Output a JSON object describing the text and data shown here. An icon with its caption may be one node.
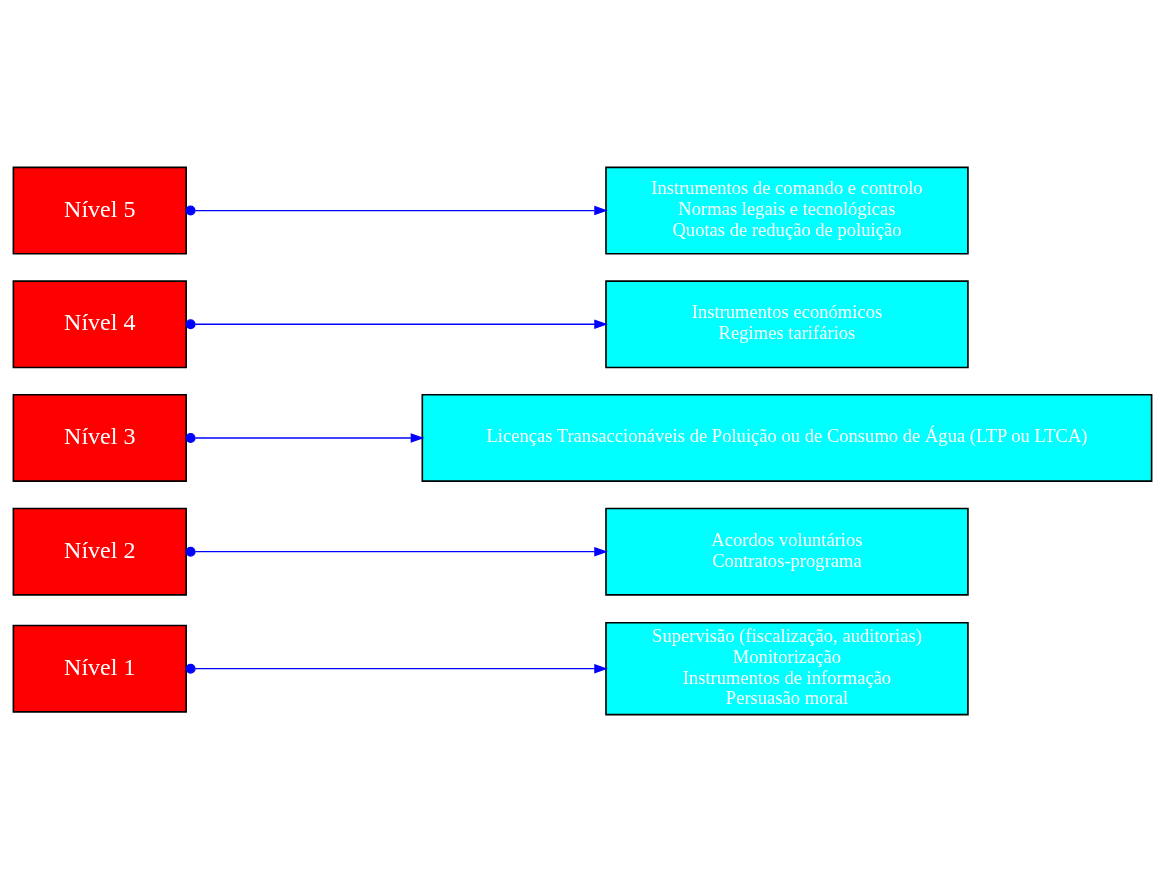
{
  "diagram": {
    "nodes": [
      {
        "text": [
          "Nível 5"
        ]
      },
      {
        "text": [
          "Instrumentos de comando e controlo",
          "Normas legais e tecnológicas",
          "Quotas de redução de poluição"
        ]
      },
      {
        "text": [
          "Nível 4"
        ]
      },
      {
        "text": [
          "Instrumentos económicos",
          "Regimes tarifários"
        ]
      },
      {
        "text": [
          "Nível 3"
        ]
      },
      {
        "text": [
          "Licenças Transaccionáveis de Poluição ou de Consumo de Água (LTP ou LTCA)"
        ]
      },
      {
        "text": [
          "Nível 2"
        ]
      },
      {
        "text": [
          "Acordos voluntários",
          "Contratos-programa"
        ]
      },
      {
        "text": [
          "Nível 1"
        ]
      },
      {
        "text": [
          "Supervisão (fiscalização, auditorias)",
          "Monitorização",
          "Instrumentos de informação",
          "Persuasão moral"
        ]
      }
    ],
    "edges": [
      {
        "from": 0,
        "to": 1,
        "arrow": "to"
      },
      {
        "from": 2,
        "to": 3,
        "arrow": "to"
      },
      {
        "from": 4,
        "to": 5,
        "arrow": "to"
      },
      {
        "from": 6,
        "to": 7,
        "arrow": "to"
      },
      {
        "from": 8,
        "to": 9,
        "arrow": "to"
      }
    ]
  }
}
